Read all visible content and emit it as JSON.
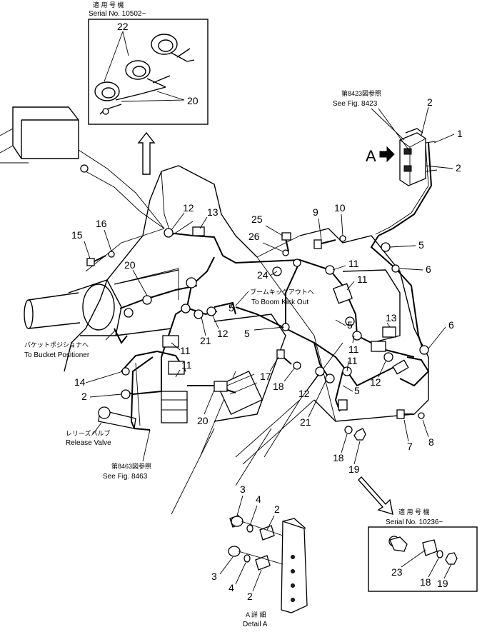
{
  "inset_top": {
    "applicable_jp": "適 用 号 機",
    "serial": "Serial No. 10502~",
    "parts": [
      "22",
      "20"
    ]
  },
  "inset_bottom": {
    "applicable_jp": "適 用 号 機",
    "serial": "Serial No. 10236~",
    "parts": [
      "23",
      "18",
      "19"
    ]
  },
  "refs": {
    "fig8423_jp": "第8423図参照",
    "fig8423": "See Fig. 8423",
    "fig8463_jp": "第8463図参照",
    "fig8463": "See Fig. 8463"
  },
  "callouts": {
    "boom_jp": "ブームキックアウトへ",
    "boom": "To Boom Kick Out",
    "bucket_jp": "バケットポジショナへ",
    "bucket": "To Bucket Positioner",
    "release_jp": "レリーズバルブ",
    "release": "Release Valve",
    "detail_jp": "A 詳 細",
    "detail": "Detail A",
    "view_marker": "A"
  },
  "part_numbers": {
    "n1": "1",
    "n2a": "2",
    "n2b": "2",
    "n5a": "5",
    "n6a": "6",
    "n9": "9",
    "n10": "10",
    "n25": "25",
    "n26": "26",
    "n24": "24",
    "n11a": "11",
    "n11b": "11",
    "n12a": "12",
    "n13a": "13",
    "n15": "15",
    "n16": "16",
    "n20a": "20",
    "n11c": "11",
    "n5b": "5",
    "n21a": "21",
    "n12b": "12",
    "n5c": "5",
    "n13b": "13",
    "n6b": "6",
    "n11d": "11",
    "n5d": "5",
    "n12c": "12",
    "n14": "14",
    "n2c": "2",
    "n11e": "11",
    "n17": "17",
    "n18a": "18",
    "n12d": "12",
    "n21b": "21",
    "n5e": "5",
    "n11f": "11",
    "n20b": "20",
    "n7": "7",
    "n8": "8",
    "n18b": "18",
    "n19": "19",
    "n3a": "3",
    "n4a": "4",
    "n2d": "2",
    "n3b": "3",
    "n4b": "4",
    "n2e": "2"
  }
}
